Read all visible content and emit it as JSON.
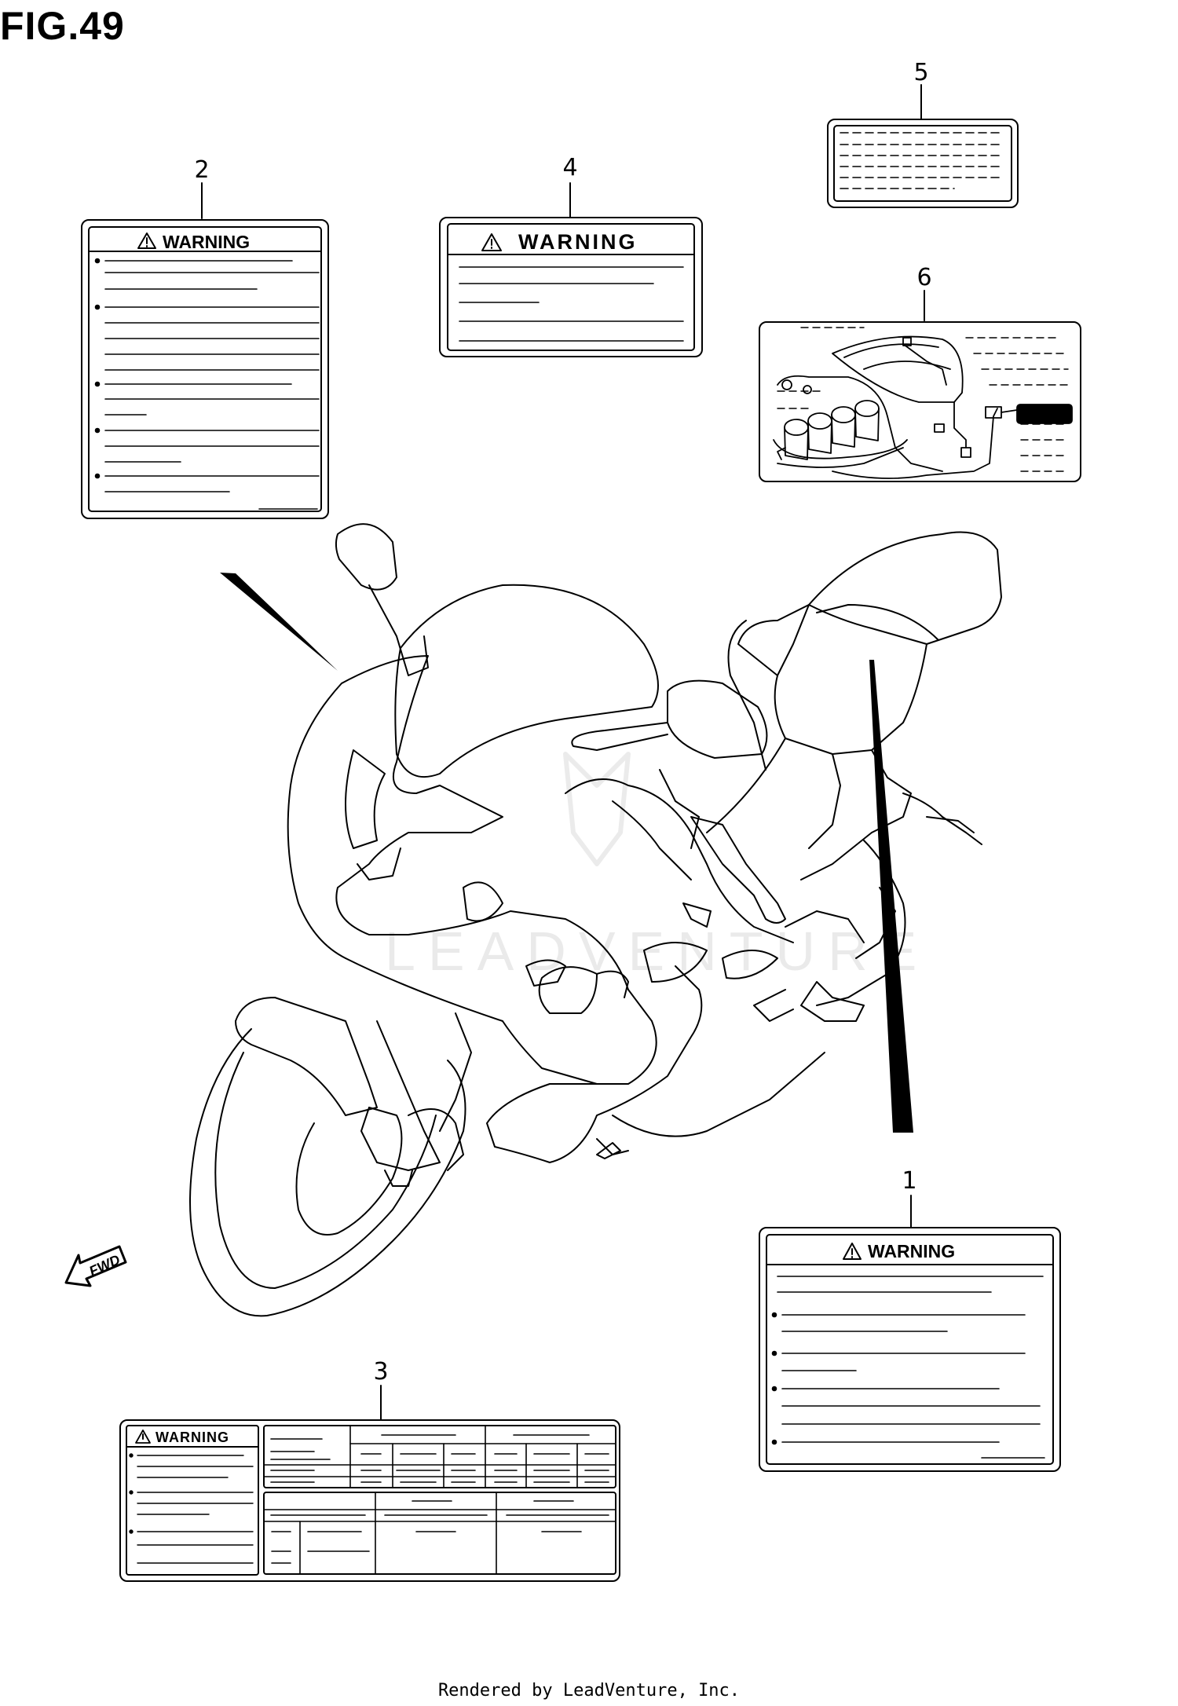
{
  "figure": {
    "title": "FIG.49",
    "footer": "Rendered by LeadVenture, Inc.",
    "watermark": "LEADVENTURE"
  },
  "callouts": [
    {
      "id": "1",
      "label": "1"
    },
    {
      "id": "2",
      "label": "2"
    },
    {
      "id": "3",
      "label": "3"
    },
    {
      "id": "4",
      "label": "4"
    },
    {
      "id": "5",
      "label": "5"
    },
    {
      "id": "6",
      "label": "6"
    }
  ],
  "labels": {
    "warning_text": "WARNING",
    "fwd_text": "FWD"
  },
  "icons": {
    "warning": "warning-triangle-icon",
    "forward": "forward-arrow-icon"
  }
}
